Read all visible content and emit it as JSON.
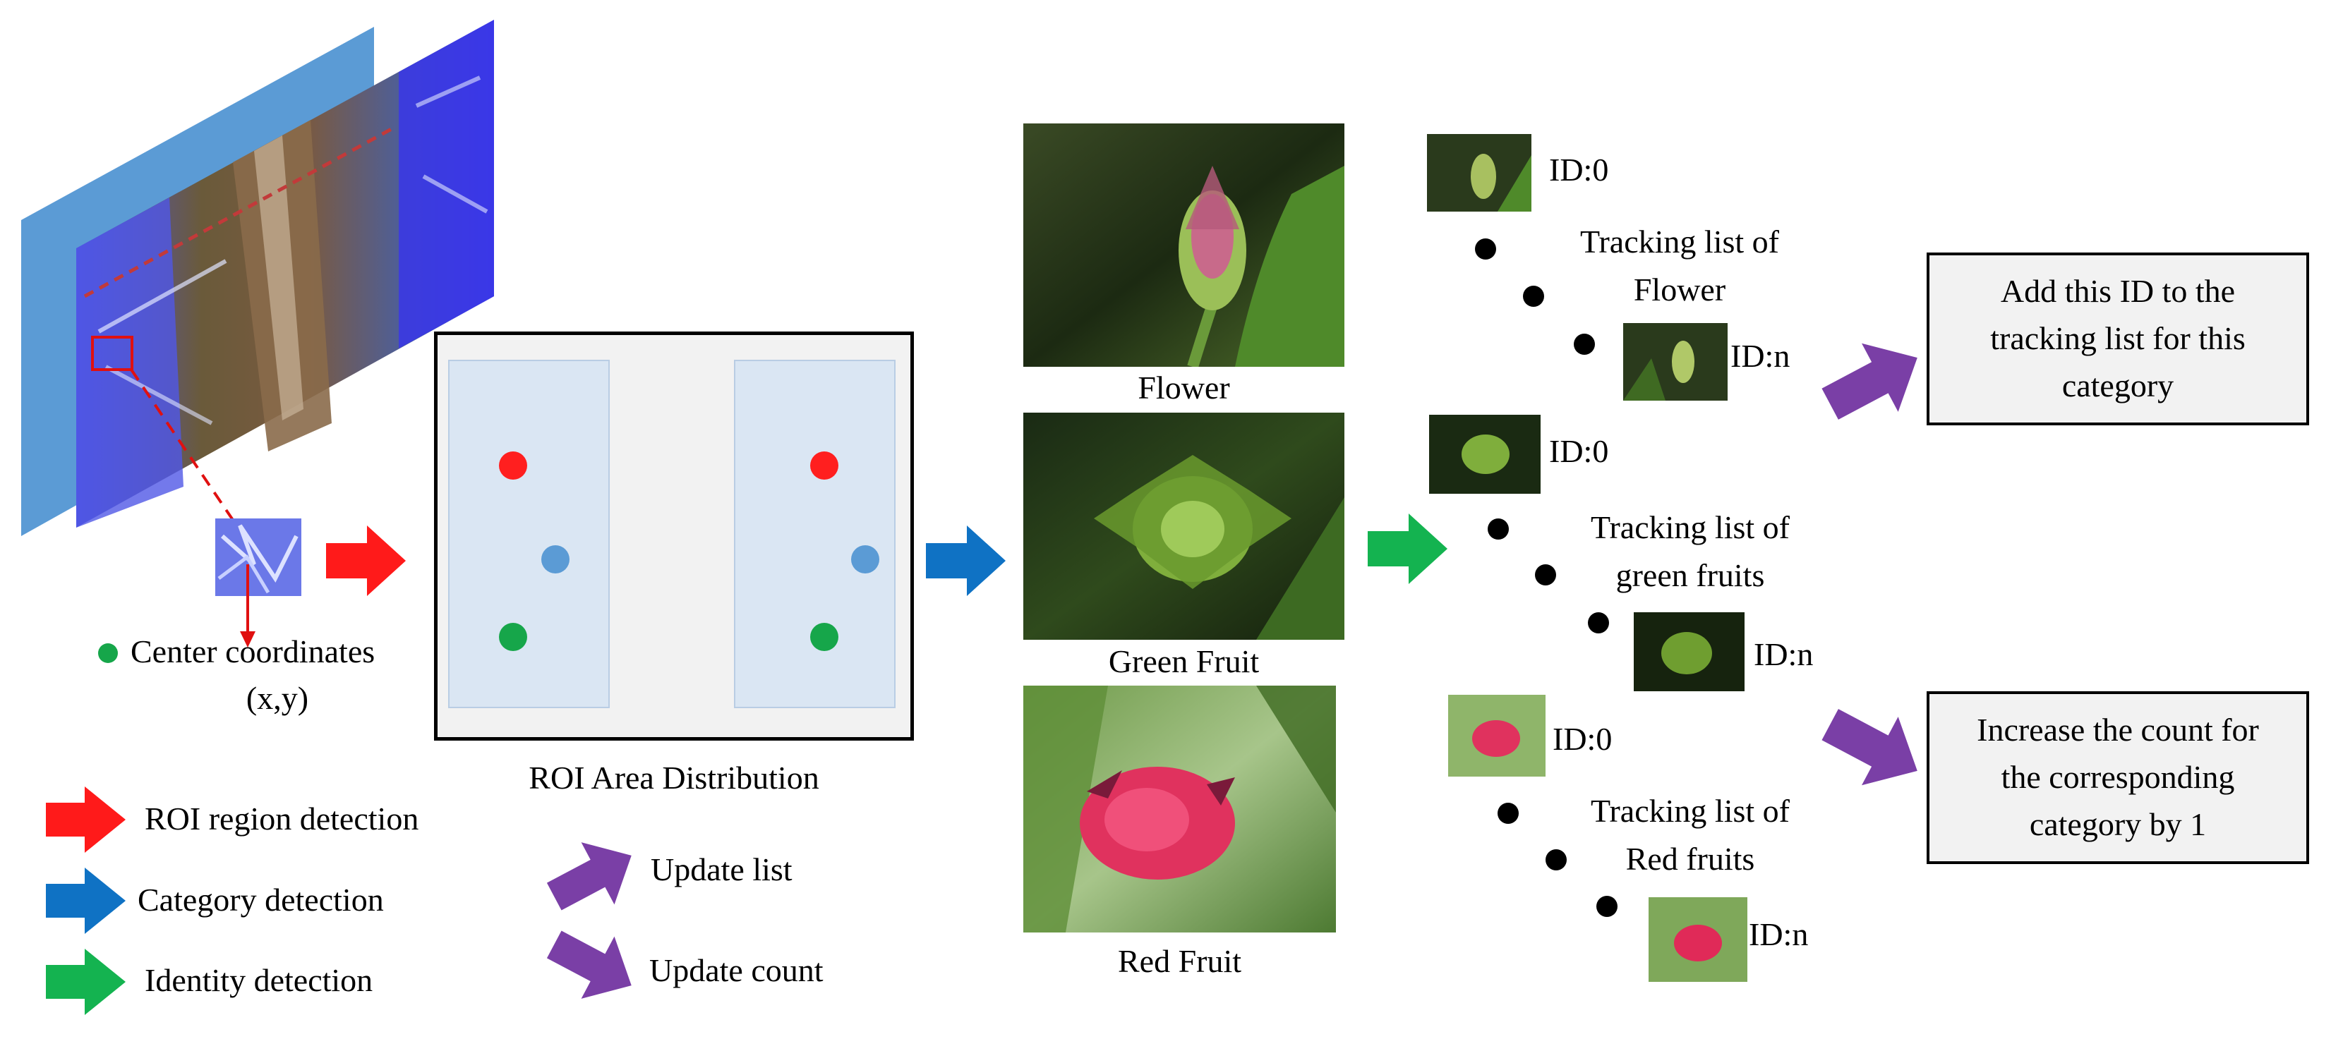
{
  "center_label": [
    "Center coordinates",
    "(x,y)"
  ],
  "roi_label": "ROI Area Distribution",
  "legend": [
    {
      "label": "ROI region detection",
      "color": "#ff1a1a"
    },
    {
      "label": "Category detection",
      "color": "#0f72c4"
    },
    {
      "label": "Identity detection",
      "color": "#14b350"
    },
    {
      "label": "Update list",
      "color": "#7a3fa6"
    },
    {
      "label": "Update count",
      "color": "#7a3fa6"
    }
  ],
  "categories": [
    {
      "label": "Flower"
    },
    {
      "label": "Green Fruit"
    },
    {
      "label": "Red Fruit"
    }
  ],
  "tracking": [
    {
      "first_id": "ID:0",
      "last_id": "ID:n",
      "list_label": [
        "Tracking list of",
        "Flower"
      ]
    },
    {
      "first_id": "ID:0",
      "last_id": "ID:n",
      "list_label": [
        "Tracking list of",
        "green fruits"
      ]
    },
    {
      "first_id": "ID:0",
      "last_id": "ID:n",
      "list_label": [
        "Tracking list of",
        "Red fruits"
      ]
    }
  ],
  "actions": {
    "add_id": [
      "Add this ID to the",
      "tracking list for this",
      "category"
    ],
    "increase_count": [
      "Increase the count for",
      "the corresponding",
      "category by 1"
    ]
  },
  "dot_colors": {
    "red": "#ff1f1f",
    "blue": "#5b9bd5",
    "green": "#16a64a"
  }
}
